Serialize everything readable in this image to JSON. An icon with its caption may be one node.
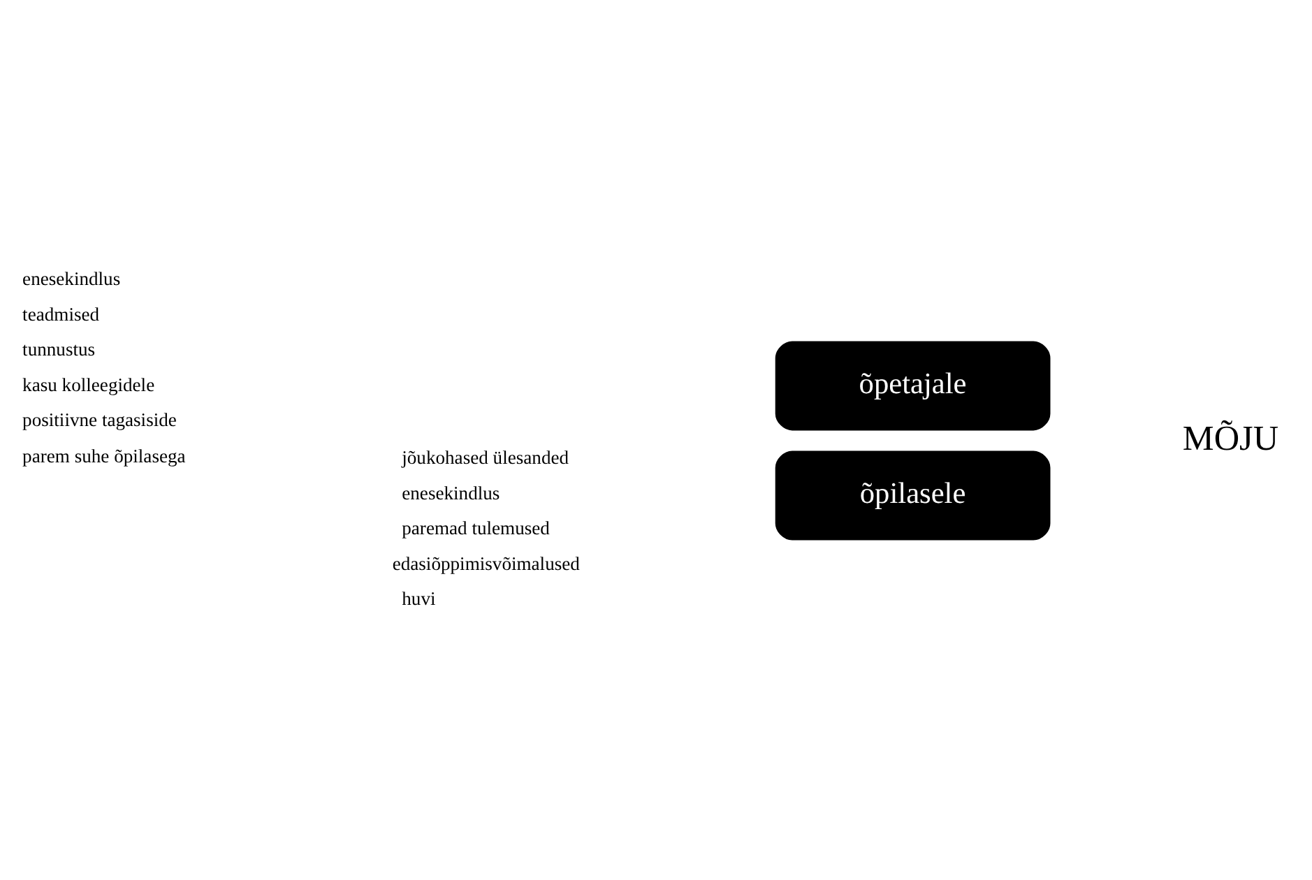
{
  "diagram": {
    "nodes": [
      {
        "text": [
          "õpetajale"
        ]
      },
      {
        "text": [
          "õpilasele"
        ]
      }
    ],
    "labels": [
      "enesekindlus",
      "teadmised",
      "tunnustus",
      "kasu kolleegidele",
      "positiivne tagasiside",
      "parem suhe õpilasega",
      "MÕJU",
      "jõukohased ülesanded",
      "huvi",
      "enesekindlus",
      "paremad tulemused",
      "edasiõppimisvõimalused"
    ]
  }
}
